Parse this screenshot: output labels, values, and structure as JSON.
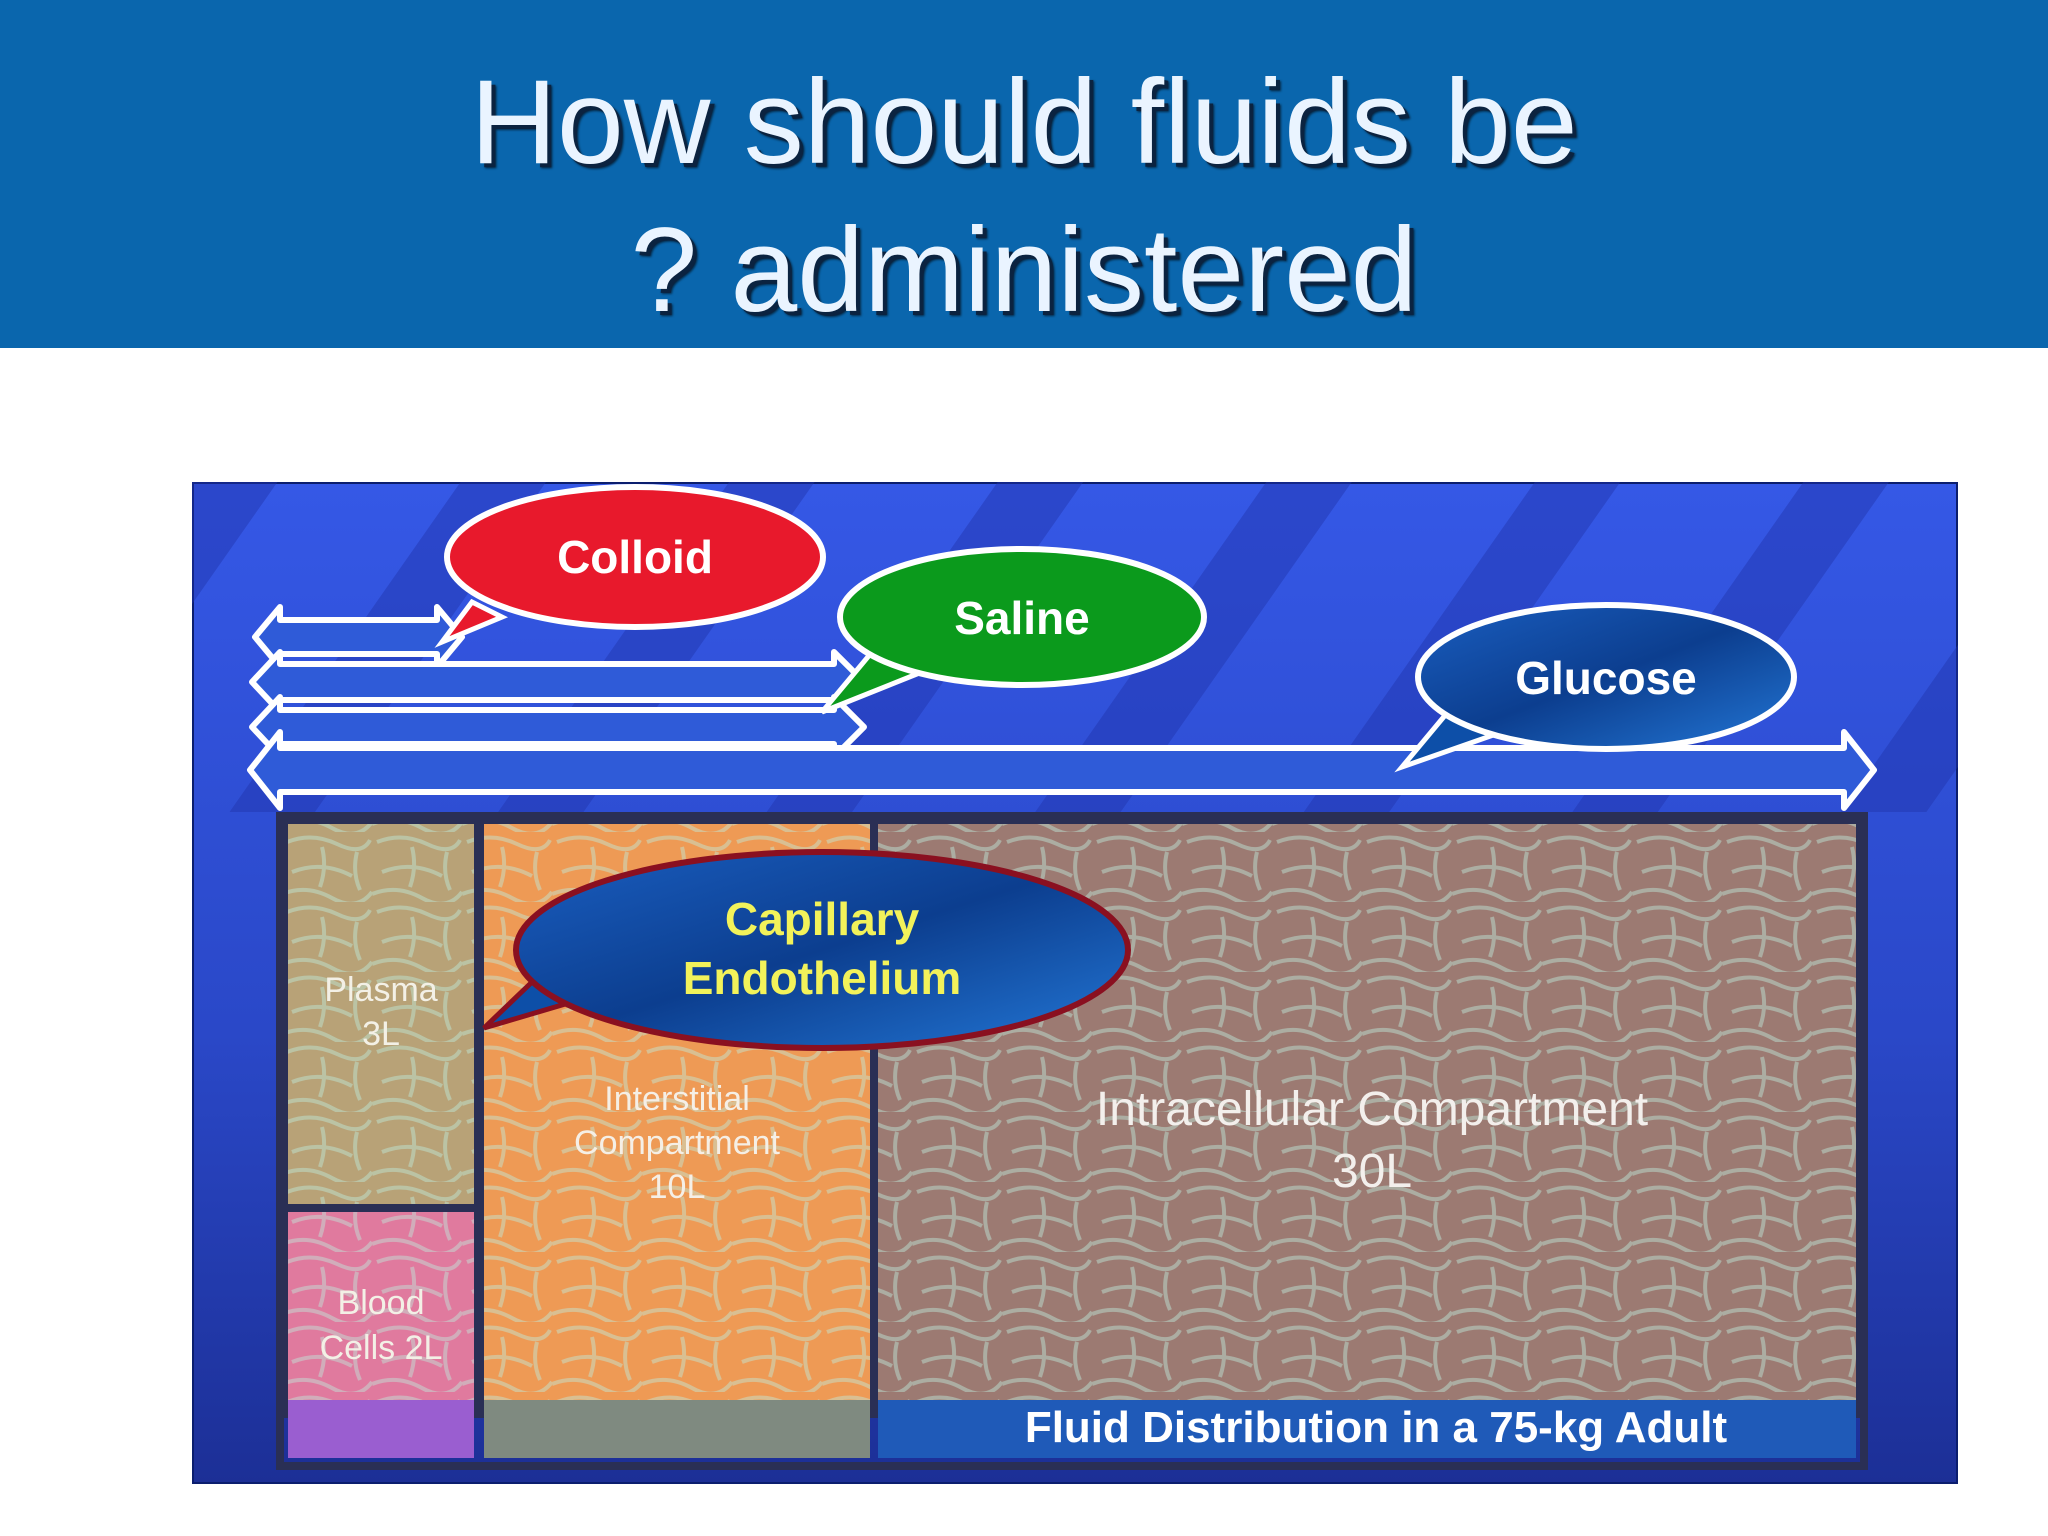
{
  "slide": {
    "title_line1": "How should fluids be",
    "title_line2": "? administered"
  },
  "diagram": {
    "bubbles": {
      "colloid": "Colloid",
      "saline": "Saline",
      "glucose": "Glucose",
      "capillary_line1": "Capillary",
      "capillary_line2": "Endothelium"
    },
    "compartments": {
      "plasma_line1": "Plasma",
      "plasma_line2": "3L",
      "blood_line1": "Blood",
      "blood_line2": "Cells 2L",
      "interstitial_line1": "Interstitial",
      "interstitial_line2": "Compartment",
      "interstitial_line3": "10L",
      "intracellular_line1": "Intracellular Compartment",
      "intracellular_line2": "30L"
    },
    "caption": "Fluid Distribution in a 75-kg Adult"
  },
  "colors": {
    "title_bar": "#0a66ad",
    "figure_bg": "#2f52d6",
    "colloid": "#e8192c",
    "saline": "#0b9a1c",
    "glucose": "#0d4fa8",
    "plasma": "#b8a277",
    "blood_cells": "#e07a9e",
    "interstitial": "#ee9a55",
    "intracellular": "#9c7a72"
  }
}
